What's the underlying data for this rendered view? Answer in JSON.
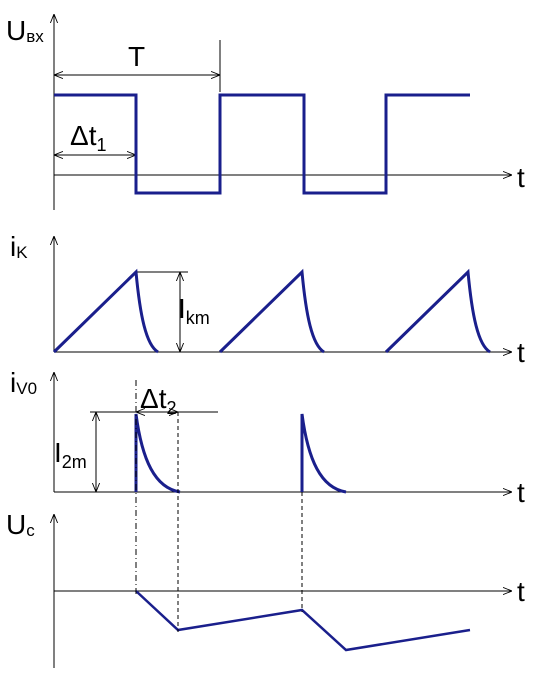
{
  "diagram": {
    "wave_color": "#1a1f8c",
    "panel1": {
      "y_label_main": "U",
      "y_label_sub": "вх",
      "x_label": "t",
      "period_label": "T",
      "pulse_label_main": "Δt",
      "pulse_label_sub": "1"
    },
    "panel2": {
      "y_label_main": "i",
      "y_label_sub": "K",
      "x_label": "t",
      "amp_label_main": "I",
      "amp_label_sub": "km"
    },
    "panel3": {
      "y_label_main": "i",
      "y_label_sub": "V0",
      "x_label": "t",
      "amp_label_main": "I",
      "amp_label_sub": "2m",
      "dt_label_main": "Δt",
      "dt_label_sub": "2"
    },
    "panel4": {
      "y_label_main": "U",
      "y_label_sub": "c",
      "x_label": "t"
    }
  }
}
